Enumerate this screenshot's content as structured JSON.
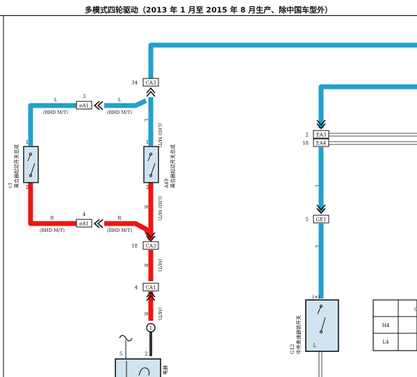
{
  "page": {
    "title": "多模式四轮驱动（2013 年 1 月至 2015 年 8 月生产、除中国车型外）"
  },
  "colors": {
    "blue": "#23a0cc",
    "red": "#ee1515",
    "switch_fill": "#cfe4f0",
    "outline": "#111111"
  },
  "connectors": {
    "ca3_top": {
      "label": "CA3",
      "pin": "34"
    },
    "ea1_top": {
      "label": "eA1",
      "pin": "3"
    },
    "ea1_bottom": {
      "label": "eA1",
      "pin": "4"
    },
    "ca3_mid": {
      "label": "CA3",
      "pin": "18"
    },
    "ca1": {
      "label": "CA1",
      "pin": "4"
    },
    "ea3": {
      "label": "EA3",
      "pin": "2"
    },
    "ea4": {
      "label": "EA4",
      "pin": "18"
    },
    "ge1": {
      "label": "GE1",
      "pin": "5"
    }
  },
  "wire_labels": {
    "l_left": "L",
    "rhd_left": "(RHD M/T)",
    "l_right": "L",
    "rhd_right": "(RHD M/T)",
    "l_vert": "L",
    "lhd_vert": "(LHD M/T)",
    "r_left": "R",
    "rhd_r_left": "(RHD M/T)",
    "r_right": "R",
    "rhd_r_right": "(RHD M/T)",
    "r_vert": "R",
    "lhd_r_vert": "(LHD M/T)",
    "r_low1": "R",
    "mt_low1": "(M/T)",
    "r_low2": "R",
    "mt_low2": "(M/T)",
    "l_g1": "L",
    "l_g2": "L"
  },
  "switches": {
    "c1": {
      "id": "c1",
      "name": "离合器起动开关总成",
      "pin_top": "1",
      "pin_bottom": "2"
    },
    "a49": {
      "id": "A49",
      "name": "离合器起动开关总成",
      "pin_top": "1",
      "pin_bottom": "2"
    },
    "g12": {
      "id": "G12",
      "name": "中央差速器锁开关",
      "pin_l": "L"
    }
  },
  "bottom": {
    "pin5": "5",
    "pin2": "2",
    "relay_text": "电器"
  },
  "table": {
    "header_partial": "G",
    "row1": "H4",
    "row2": "L4"
  }
}
